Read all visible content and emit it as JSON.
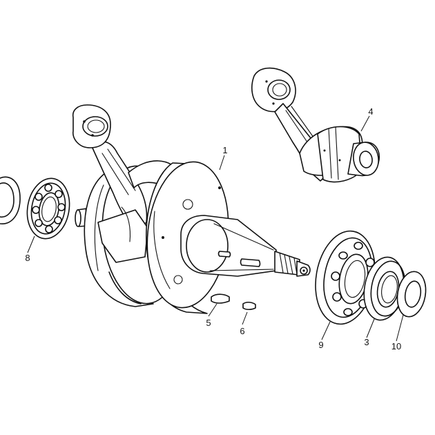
{
  "labels": {
    "crankshaft": "1",
    "conrod": "4",
    "bearing_left": "8",
    "key_a": "5",
    "key_b": "6",
    "bearing_right": "9",
    "seal": "3",
    "washer": "10"
  }
}
